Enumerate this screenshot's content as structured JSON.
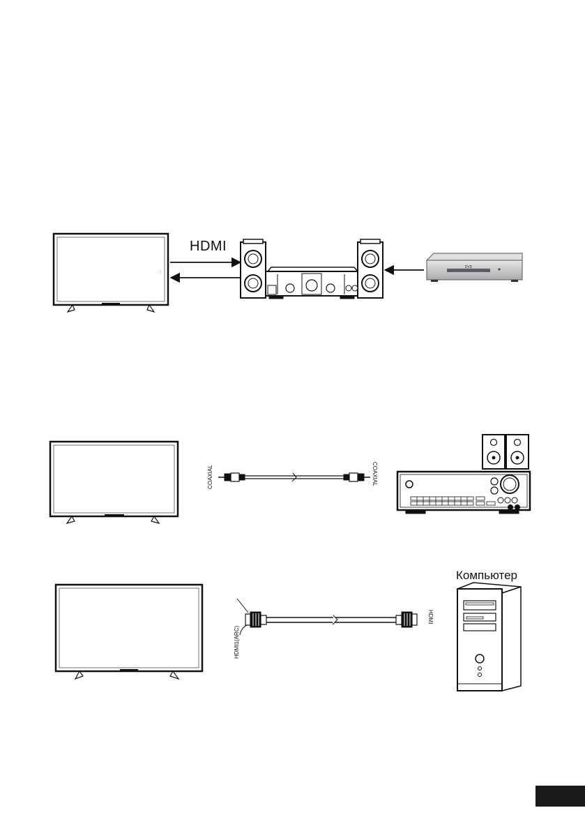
{
  "labels": {
    "hdmi_top": "HDMI",
    "coaxial_left": "COAXIAL",
    "coaxial_right": "COAXIAL",
    "hdmi_arc": "HDMI1(ARC)",
    "hdmi_right": "HDMI",
    "computer": "Компьютер"
  },
  "icons": [
    "tv-icon",
    "speaker-system-icon",
    "dvd-player-icon",
    "coaxial-cable-icon",
    "av-receiver-icon",
    "hdmi-cable-icon",
    "computer-tower-icon"
  ],
  "colors": {
    "line": "#111111",
    "tab": "#1a1a1a",
    "dvd_body": "#c9cbcd"
  }
}
